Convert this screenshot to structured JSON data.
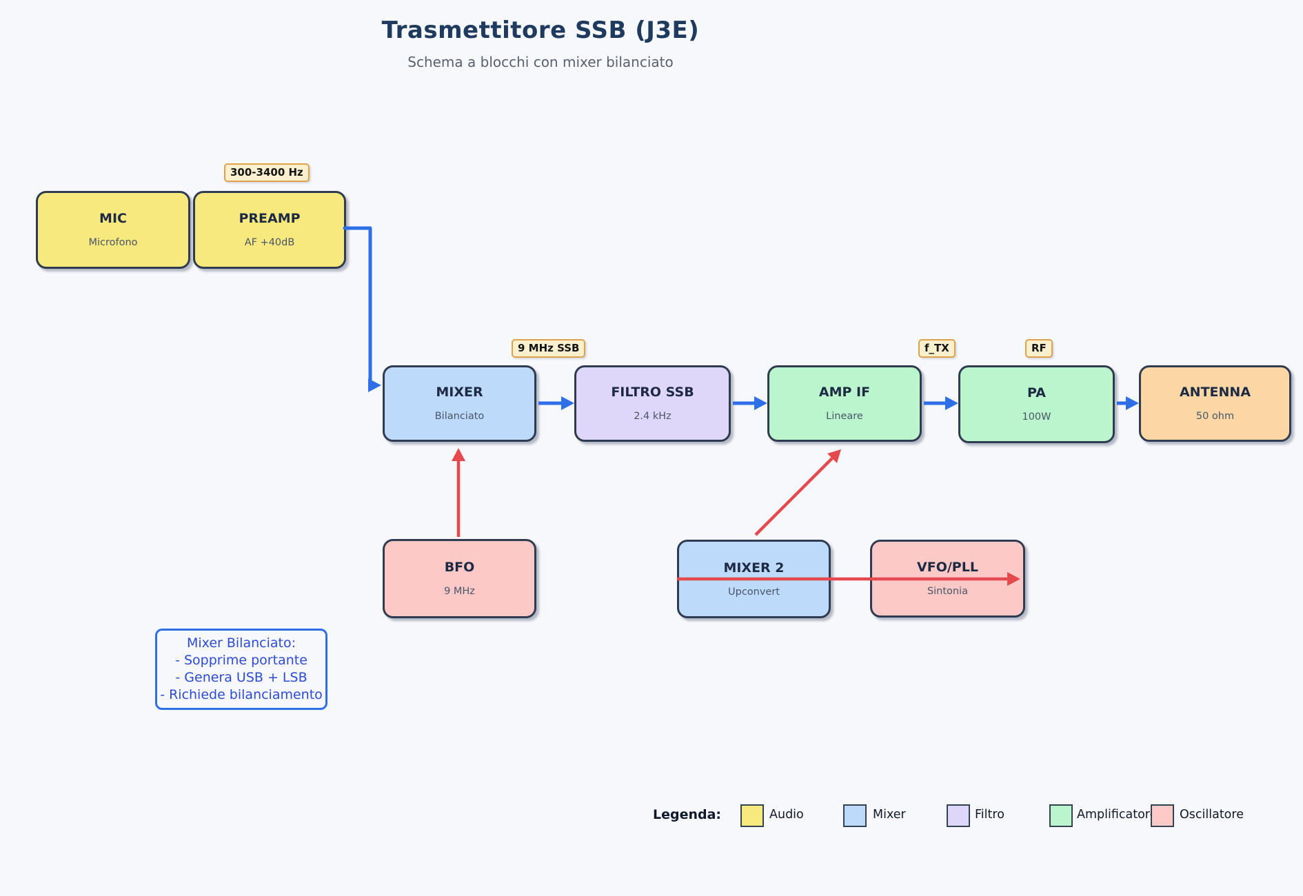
{
  "page": {
    "title": "Trasmettitore SSB (J3E)",
    "subtitle": "Schema a blocchi con mixer bilanciato"
  },
  "blocks": {
    "mic": {
      "title": "MIC",
      "subtitle": "Microfono"
    },
    "preamp": {
      "title": "PREAMP",
      "subtitle": "AF +40dB"
    },
    "mixer": {
      "title": "MIXER",
      "subtitle": "Bilanciato"
    },
    "filtro": {
      "title": "FILTRO SSB",
      "subtitle": "2.4 kHz"
    },
    "ampif": {
      "title": "AMP IF",
      "subtitle": "Lineare"
    },
    "pa": {
      "title": "PA",
      "subtitle": "100W"
    },
    "antenna": {
      "title": "ANTENNA",
      "subtitle": "50 ohm"
    },
    "bfo": {
      "title": "BFO",
      "subtitle": "9 MHz"
    },
    "mixer2": {
      "title": "MIXER 2",
      "subtitle": "Upconvert"
    },
    "vfo": {
      "title": "VFO/PLL",
      "subtitle": "Sintonia"
    }
  },
  "badges": {
    "af_range": "300-3400 Hz",
    "if_ssb": "9 MHz SSB",
    "f_tx": "f_TX",
    "rf": "RF"
  },
  "note": {
    "line1": "Mixer Bilanciato:",
    "line2": "- Sopprime portante",
    "line3": "- Genera USB + LSB",
    "line4": "- Richiede bilanciamento"
  },
  "legend": {
    "label": "Legenda:",
    "items": [
      {
        "label": "Audio",
        "color": "#f8e97f"
      },
      {
        "label": "Mixer",
        "color": "#bddafa"
      },
      {
        "label": "Filtro",
        "color": "#ded7fa"
      },
      {
        "label": "Amplificatore",
        "color": "#baf5cd"
      },
      {
        "label": "Oscillatore",
        "color": "#fcc9c7"
      }
    ]
  },
  "colors": {
    "background": "#f7f8fb",
    "block_border": "#2f3b50",
    "signal_arrow": "#2e6fe8",
    "oscillator_arrow": "#e5484d",
    "badge_bg": "#fbf0cd",
    "badge_border": "#dfa14c",
    "note_blue": "#2b4bd7",
    "antenna_fill": "#fbd7a5"
  }
}
